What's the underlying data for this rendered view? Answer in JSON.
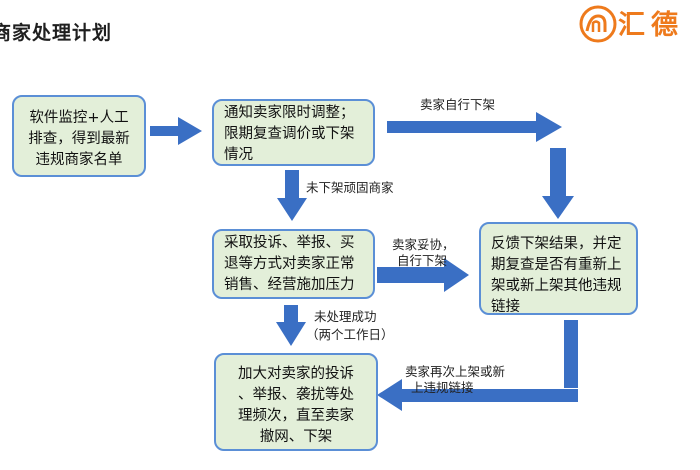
{
  "header": {
    "title": "商家处理计划"
  },
  "logo": {
    "text": "汇德",
    "color": "#ee7a1c"
  },
  "colors": {
    "box_fill": "#e3efd9",
    "box_border": "#5b8fd6",
    "arrow": "#3a6fc4"
  },
  "nodes": {
    "detect": {
      "lines": [
        "软件监控+人工",
        "排查，得到最新",
        "违规商家名单"
      ]
    },
    "notify": {
      "lines": [
        "通知卖家限时调整；",
        "限期复查调价或下架",
        "情况"
      ]
    },
    "pressure": {
      "lines": [
        "采取投诉、举报、买",
        "退等方式对卖家正常",
        "销售、经营施加压力"
      ]
    },
    "feedback": {
      "lines": [
        "反馈下架结果，并定",
        "期复查是否有重新上",
        "架或新上架其他违规",
        "链接"
      ]
    },
    "escalate": {
      "lines": [
        "加大对卖家的投诉",
        "、举报、袭扰等处",
        "理频次，直至卖家",
        "撤网、下架"
      ]
    }
  },
  "edge_labels": {
    "self_delist": "卖家自行下架",
    "not_delisted": "未下架顽固商家",
    "compromise_1": "卖家妥协，",
    "compromise_2": "自行下架",
    "unsuccessful_1": "未处理成功",
    "unsuccessful_2": "（两个工作日）",
    "relist_1": "卖家再次上架或新",
    "relist_2": "上违规链接"
  }
}
